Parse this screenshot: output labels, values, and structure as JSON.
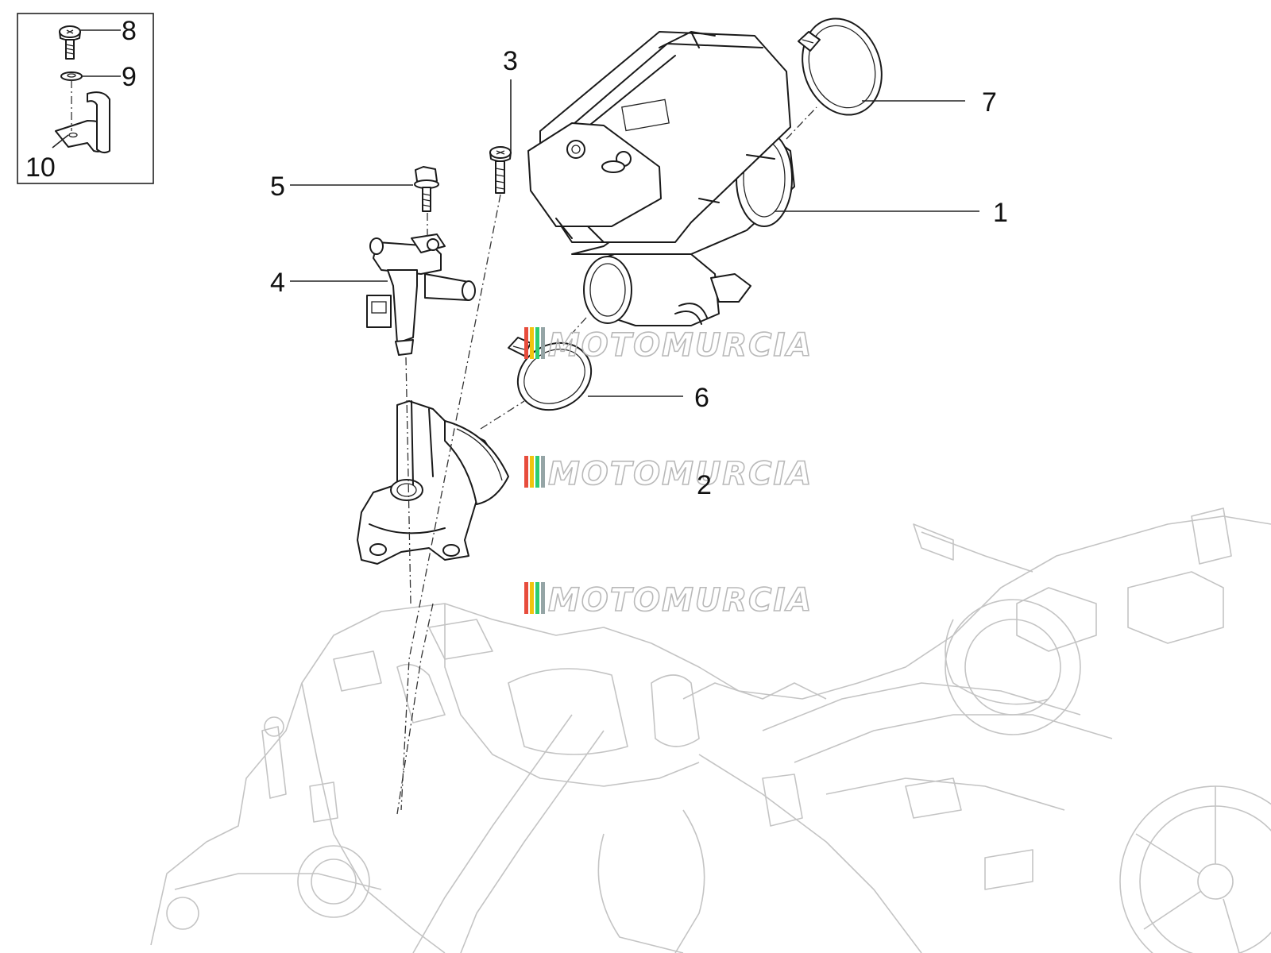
{
  "callouts": [
    {
      "id": "1",
      "label": "1"
    },
    {
      "id": "2",
      "label": "2"
    },
    {
      "id": "3",
      "label": "3"
    },
    {
      "id": "4",
      "label": "4"
    },
    {
      "id": "5",
      "label": "5"
    },
    {
      "id": "6",
      "label": "6"
    },
    {
      "id": "7",
      "label": "7"
    },
    {
      "id": "8",
      "label": "8"
    },
    {
      "id": "9",
      "label": "9"
    },
    {
      "id": "10",
      "label": "10"
    }
  ],
  "watermark": {
    "text": "MOTOMURCIA",
    "stripe_colors": [
      "#e74c3c",
      "#f1c40f",
      "#2ecc71",
      "#95a5a6"
    ]
  }
}
